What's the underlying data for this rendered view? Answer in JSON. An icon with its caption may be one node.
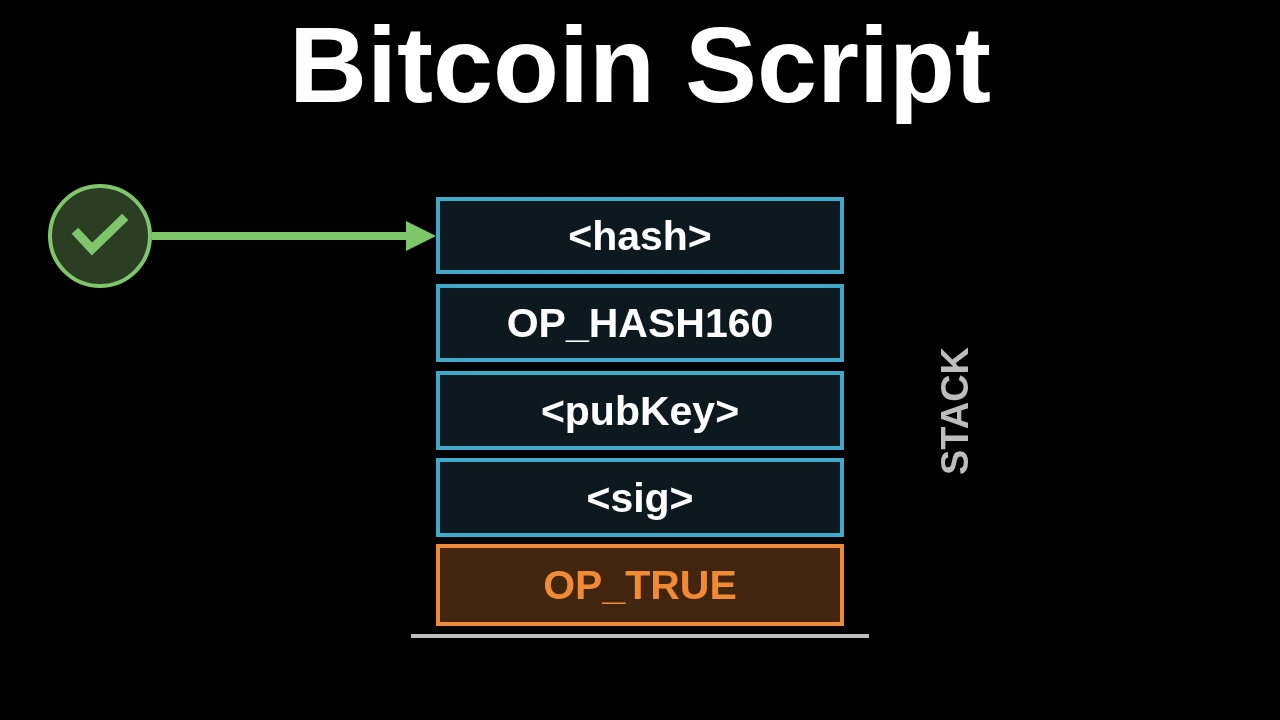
{
  "diagram": {
    "title": "Bitcoin Script",
    "nodes": [
      {
        "text": [],
        "shape": "circle"
      },
      {
        "text": [
          "<hash>"
        ]
      },
      {
        "text": [
          "OP_HASH160"
        ]
      },
      {
        "text": [
          "<pubKey>"
        ]
      },
      {
        "text": [
          "<sig>"
        ]
      },
      {
        "text": [
          "OP_TRUE"
        ]
      }
    ],
    "edges": [
      {
        "from": 0,
        "to": 1,
        "arrow": "to"
      }
    ],
    "labels": [
      "STACK"
    ]
  }
}
